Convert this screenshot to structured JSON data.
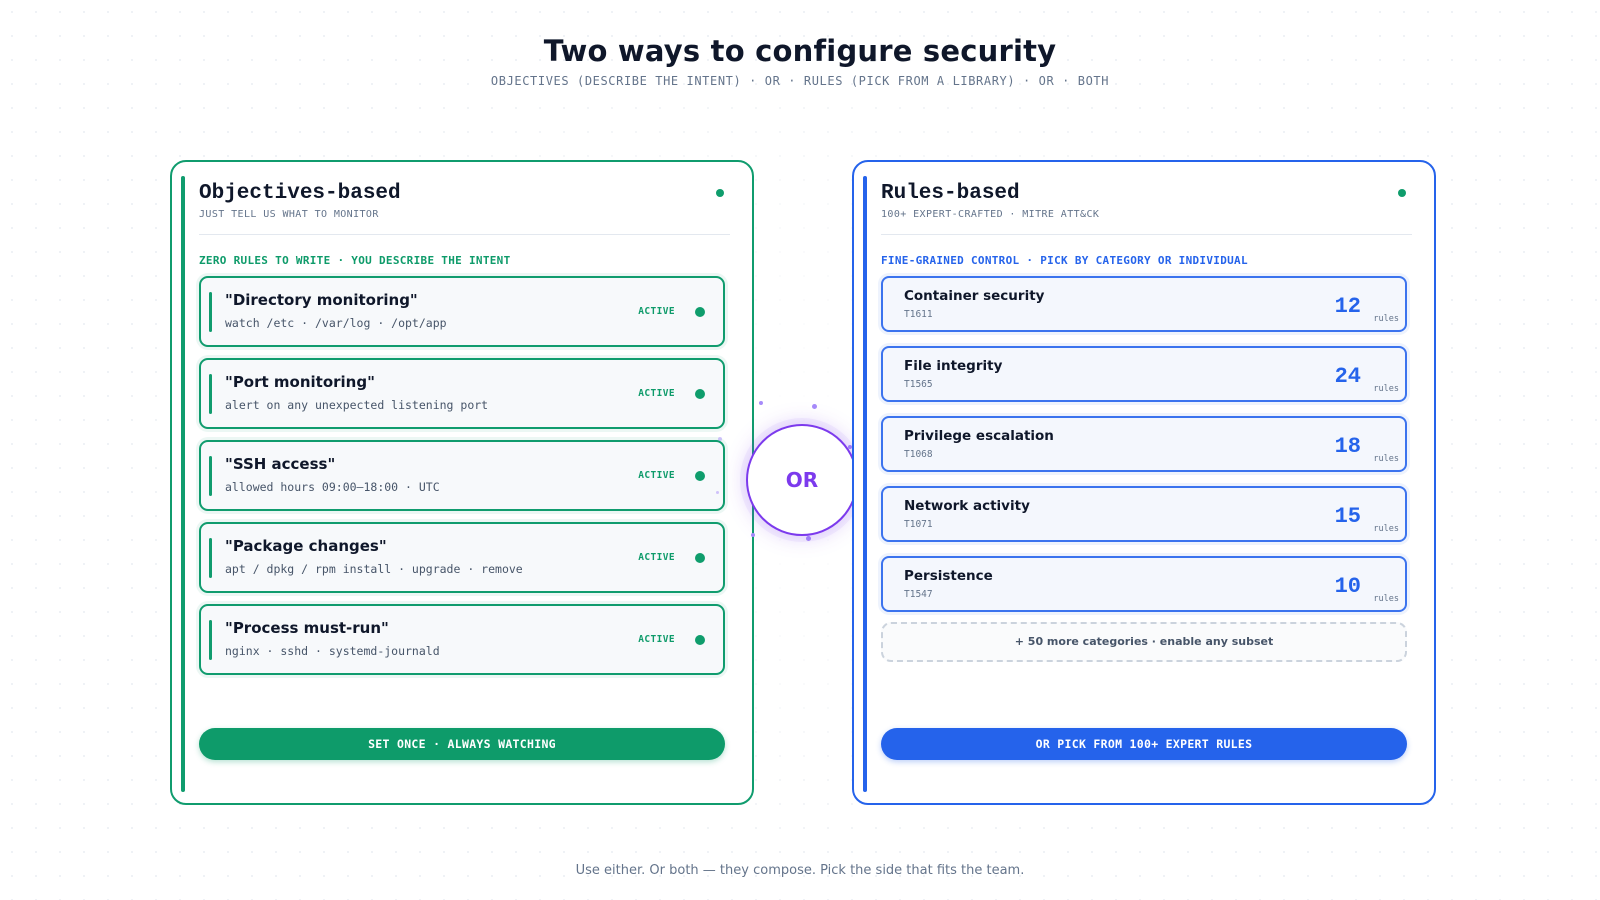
{
  "header": {
    "title": "Two ways to configure security",
    "subtitle": "OBJECTIVES (DESCRIBE THE INTENT) · OR · RULES (PICK FROM A LIBRARY) · OR · BOTH"
  },
  "objectives": {
    "title": "Objectives-based",
    "subtitle": "JUST TELL US WHAT TO MONITOR",
    "tagline": "ZERO RULES TO WRITE · YOU DESCRIBE THE INTENT",
    "items": [
      {
        "title": "\"Directory monitoring\"",
        "detail": "watch /etc · /var/log · /opt/app",
        "status": "ACTIVE"
      },
      {
        "title": "\"Port monitoring\"",
        "detail": "alert on any unexpected listening port",
        "status": "ACTIVE"
      },
      {
        "title": "\"SSH access\"",
        "detail": "allowed hours 09:00–18:00 · UTC",
        "status": "ACTIVE"
      },
      {
        "title": "\"Package changes\"",
        "detail": "apt / dpkg / rpm install · upgrade · remove",
        "status": "ACTIVE"
      },
      {
        "title": "\"Process must-run\"",
        "detail": "nginx · sshd · systemd-journald",
        "status": "ACTIVE"
      }
    ],
    "cta": "SET ONCE · ALWAYS WATCHING"
  },
  "divider": {
    "label": "OR"
  },
  "rules": {
    "title": "Rules-based",
    "subtitle": "100+ EXPERT-CRAFTED · MITRE ATT&CK",
    "tagline": "FINE-GRAINED CONTROL · PICK BY CATEGORY OR INDIVIDUAL",
    "categories": [
      {
        "name": "Container security",
        "code": "T1611",
        "count": "12",
        "unit": "rules"
      },
      {
        "name": "File integrity",
        "code": "T1565",
        "count": "24",
        "unit": "rules"
      },
      {
        "name": "Privilege escalation",
        "code": "T1068",
        "count": "18",
        "unit": "rules"
      },
      {
        "name": "Network activity",
        "code": "T1071",
        "count": "15",
        "unit": "rules"
      },
      {
        "name": "Persistence",
        "code": "T1547",
        "count": "10",
        "unit": "rules"
      }
    ],
    "more": "+ 50 more categories · enable any subset",
    "cta": "OR PICK FROM 100+ EXPERT RULES"
  },
  "footer": "Use either. Or both — they compose. Pick the side that fits the team.",
  "colors": {
    "objectives_accent": "#0e9b6a",
    "rules_accent": "#2563eb",
    "or_accent": "#7c3aed",
    "text": "#0f172a",
    "muted": "#64748b"
  }
}
